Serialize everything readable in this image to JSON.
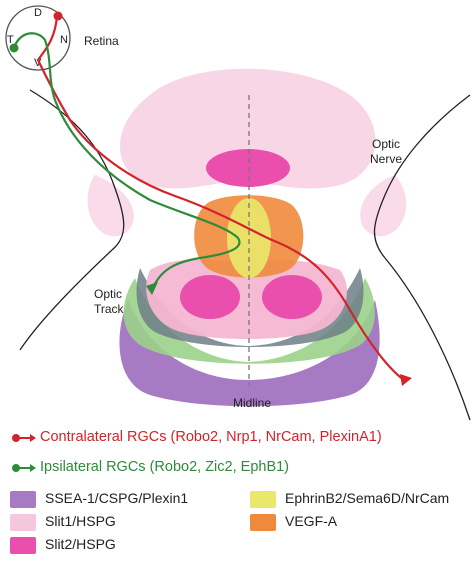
{
  "retina": {
    "label": "Retina",
    "directions": {
      "dorsal": "D",
      "nasal": "N",
      "ventral": "V",
      "temporal": "T"
    }
  },
  "labels": {
    "optic_nerve_line1": "Optic",
    "optic_nerve_line2": "Nerve",
    "optic_track_line1": "Optic",
    "optic_track_line2": "Track",
    "midline": "Midline"
  },
  "axons": [
    {
      "label": "Contralateral RGCs (Robo2, Nrp1, NrCam, PlexinA1)",
      "color": "#d2232a"
    },
    {
      "label": "Ipsilateral RGCs (Robo2, Zic2, EphB1)",
      "color": "#2e8b3a"
    }
  ],
  "legend": [
    {
      "label": "SSEA-1/CSPG/Plexin1",
      "color": "#a67bc4"
    },
    {
      "label": "EphrinB2/Sema6D/NrCam",
      "color": "#e9e86a"
    },
    {
      "label": "Slit1/HSPG",
      "color": "#f5c7dc"
    },
    {
      "label": "VEGF-A",
      "color": "#ef8a3c"
    },
    {
      "label": "Slit2/HSPG",
      "color": "#ea4fae"
    }
  ]
}
